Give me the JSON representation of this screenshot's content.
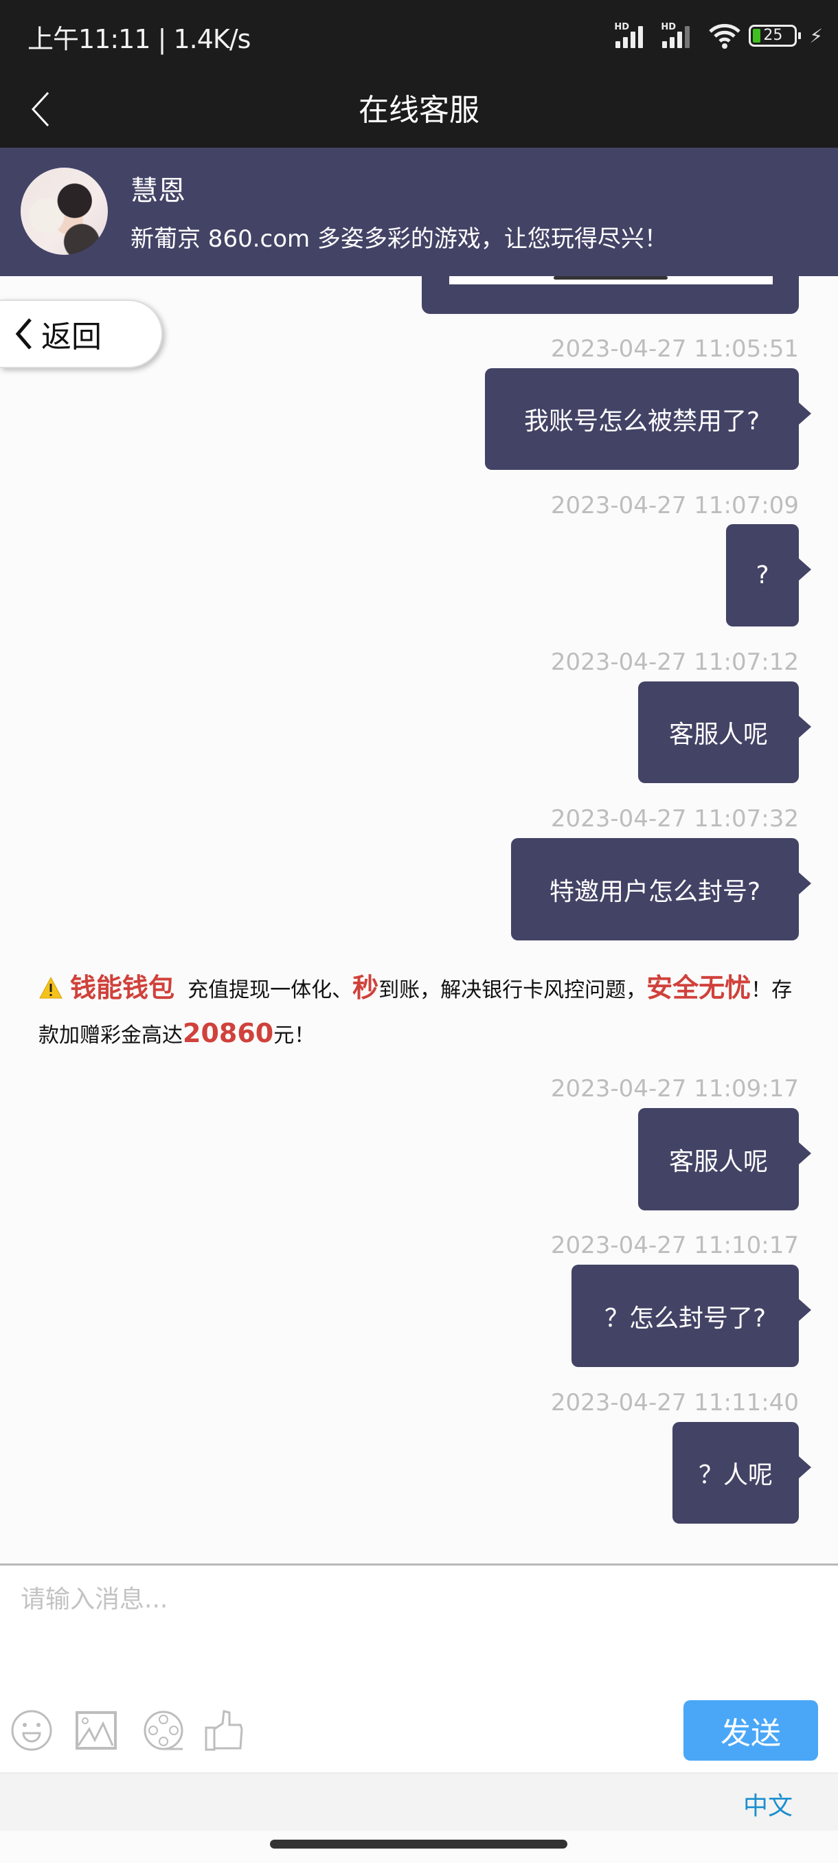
{
  "status_bar": {
    "time_speed": "上午11:11 | 1.4K/s",
    "signal1_label": "HD",
    "signal2_label": "HD",
    "battery_level": "25",
    "charging": true
  },
  "nav": {
    "title": "在线客服",
    "back_icon": "chevron-left-icon"
  },
  "agent": {
    "name": "慧恩",
    "slogan": "新葡京 860.com 多姿多彩的游戏，让您玩得尽兴！"
  },
  "floating_return": {
    "label": "返回",
    "icon": "chevron-left-icon"
  },
  "messages": [
    {
      "timestamp": "2023-04-27 11:05:51",
      "text": "我账号怎么被禁用了?"
    },
    {
      "timestamp": "2023-04-27 11:07:09",
      "text": "?"
    },
    {
      "timestamp": "2023-04-27 11:07:12",
      "text": "客服人呢"
    },
    {
      "timestamp": "2023-04-27 11:07:32",
      "text": "特邀用户怎么封号?"
    },
    {
      "timestamp": "2023-04-27 11:09:17",
      "text": "客服人呢"
    },
    {
      "timestamp": "2023-04-27 11:10:17",
      "text": "？怎么封号了?"
    },
    {
      "timestamp": "2023-04-27 11:11:40",
      "text": "？人呢"
    }
  ],
  "promo": {
    "icon": "warning-icon",
    "brand": "钱能钱包",
    "part1": "充值提现一体化、",
    "highlight1": "秒",
    "part2": "到账，解决银行卡风控问题，",
    "highlight2": "安全无忧",
    "part3": "！存款加赠彩金高达",
    "amount": "20860",
    "part4": "元！"
  },
  "composer": {
    "placeholder": "请输入消息...",
    "value": "",
    "tools": [
      "emoji-icon",
      "image-icon",
      "video-icon",
      "thumbs-up-icon"
    ],
    "send_label": "发送"
  },
  "footer": {
    "language": "中文"
  },
  "colors": {
    "header_bg": "#1c1c1c",
    "agent_bar_bg": "#434366",
    "bubble_bg": "#434366",
    "send_button": "#4aa7f7",
    "promo_red": "#d0413b",
    "language_link": "#1c8fcf",
    "timestamp": "#bdbdbd"
  }
}
